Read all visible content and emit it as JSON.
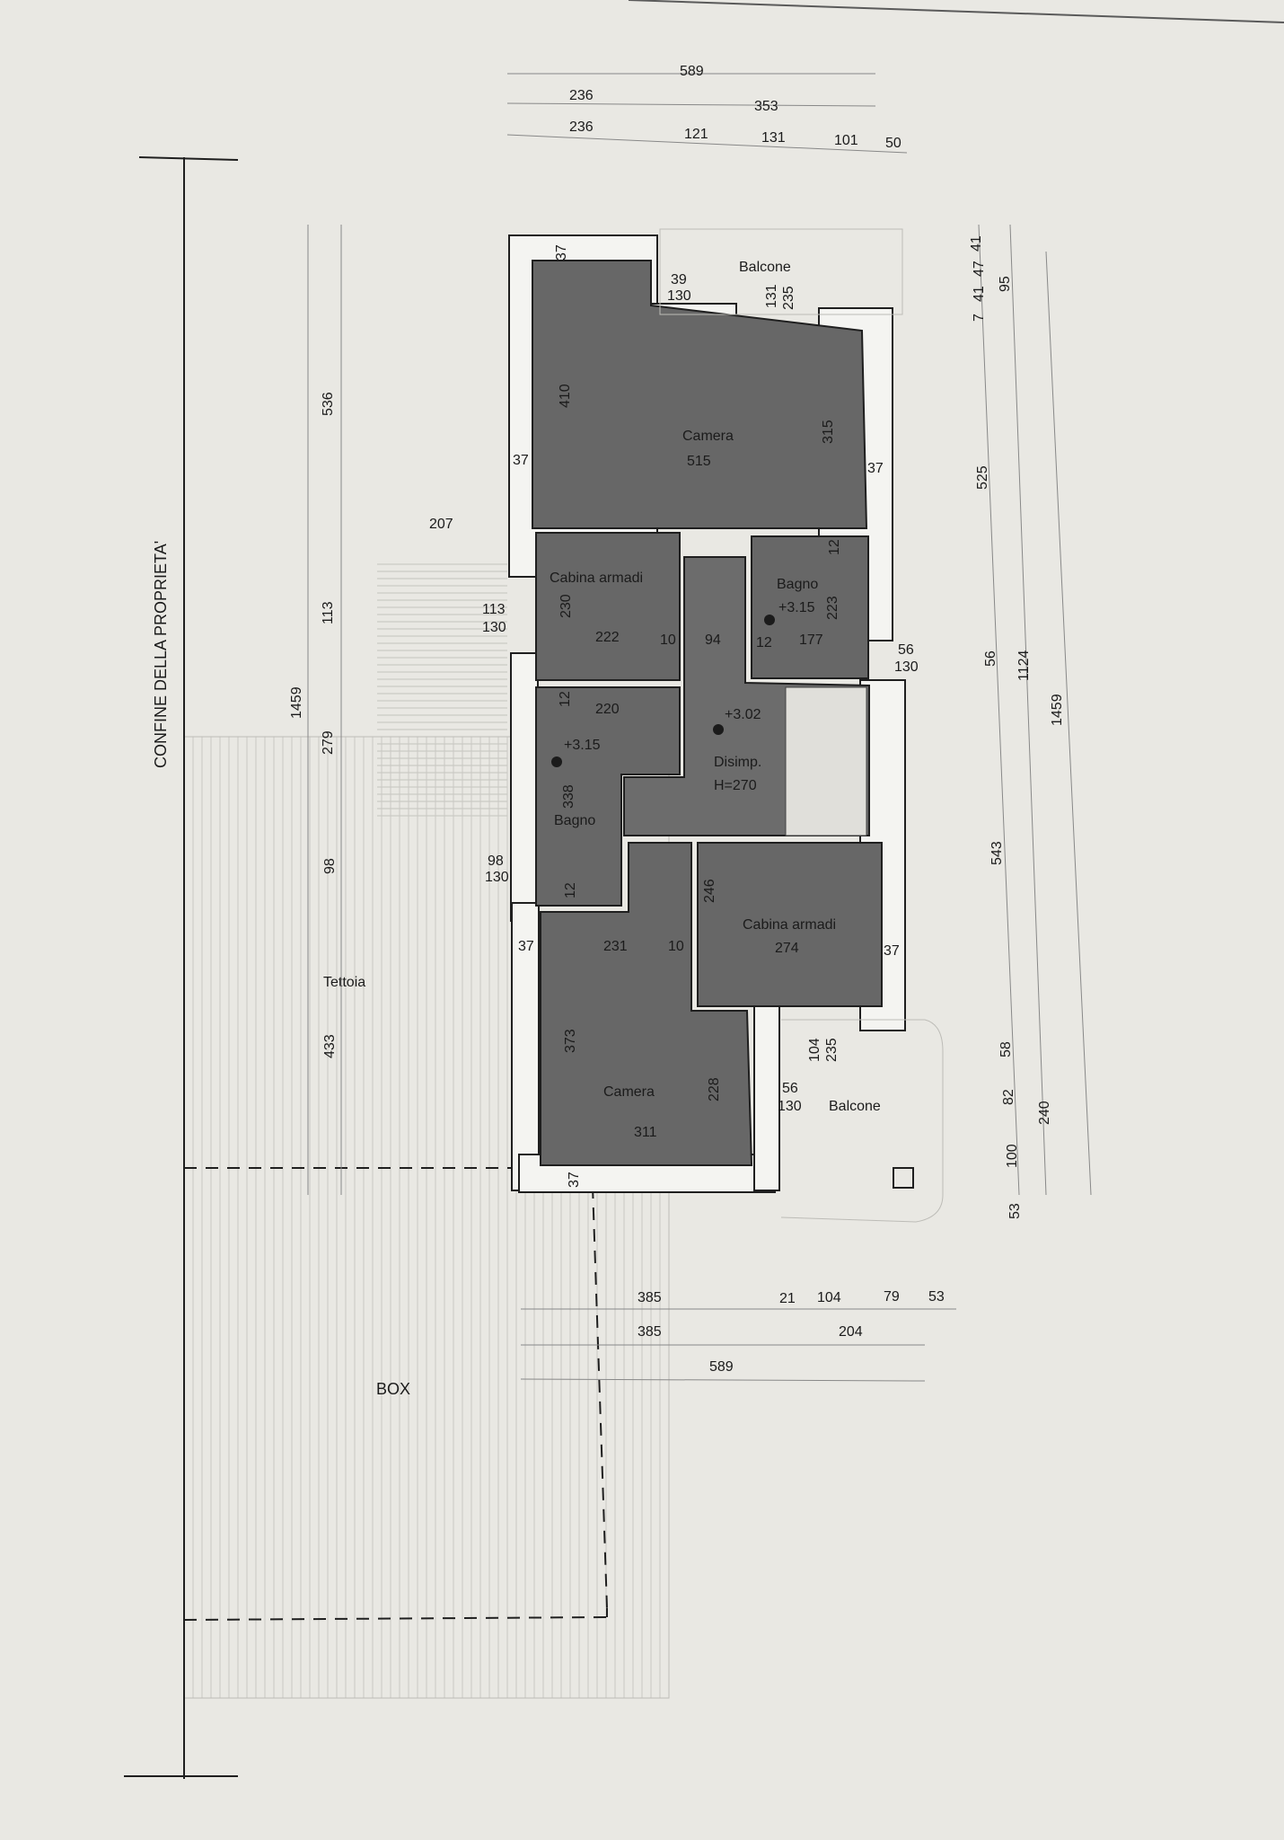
{
  "labels": {
    "property_boundary": "CONFINE DELLA PROPRIETA'",
    "balcony_top": "Balcone",
    "balcony_bottom": "Balcone",
    "canopy": "Tettoia",
    "garage": "BOX"
  },
  "rooms": [
    {
      "id": "camera-top",
      "name": "Camera",
      "area": "515"
    },
    {
      "id": "cabina-top",
      "name": "Cabina armadi",
      "area": "222"
    },
    {
      "id": "bagno-top",
      "name": "Bagno",
      "area": "177",
      "level": "+3.15"
    },
    {
      "id": "bagno-left",
      "name": "Bagno",
      "area": "220",
      "level": "+3.15"
    },
    {
      "id": "disimpegno",
      "name": "Disimp.",
      "height": "H=270",
      "level": "+3.02",
      "area": "94"
    },
    {
      "id": "cabina-bottom",
      "name": "Cabina armadi",
      "area": "274"
    },
    {
      "id": "camera-bottom",
      "name": "Camera",
      "area": "311"
    }
  ],
  "dimensions": {
    "top_total": "589",
    "top_left_a": "236",
    "top_left_b": "236",
    "top_right": "353",
    "top_seg_1": "121",
    "top_seg_2": "131",
    "top_seg_3": "101",
    "top_seg_4": "50",
    "wall": "37",
    "window_39": "39",
    "window_130": "130",
    "window_131": "131",
    "window_235": "235",
    "camera_top_410": "410",
    "camera_top_315": "315",
    "cabina_top_230": "230",
    "cabina_top_10": "10",
    "bagno_top_12": "12",
    "bagno_top_223": "223",
    "bagno_top_12b": "12",
    "bagno_left_12": "12",
    "bagno_left_338": "338",
    "bagno_left_12b": "12",
    "camera_bottom_231": "231",
    "camera_bottom_10": "10",
    "camera_bottom_373": "373",
    "camera_bottom_228": "228",
    "cabina_bottom_246": "246",
    "open_113": "113",
    "open_130a": "130",
    "open_98": "98",
    "open_130b": "130",
    "open_56a": "56",
    "open_130c": "130",
    "open_56b": "56",
    "open_130d": "130",
    "open_104": "104",
    "open_235b": "235",
    "left_207": "207",
    "left_536": "536",
    "left_113": "113",
    "left_1459": "1459",
    "left_279": "279",
    "left_98": "98",
    "left_433": "433",
    "right_7": "7",
    "right_41a": "41",
    "right_47": "47",
    "right_41b": "41",
    "right_95": "95",
    "right_525": "525",
    "right_56": "56",
    "right_1124": "1124",
    "right_1459": "1459",
    "right_543": "543",
    "right_58": "58",
    "right_82": "82",
    "right_240": "240",
    "right_100": "100",
    "right_53": "53",
    "bottom_385a": "385",
    "bottom_21": "21",
    "bottom_104": "104",
    "bottom_79": "79",
    "bottom_53": "53",
    "bottom_385b": "385",
    "bottom_204": "204",
    "bottom_589": "589"
  },
  "colors": {
    "paper": "#e9e8e3",
    "room_fill": "#676767",
    "wall_fill": "#f4f4f1",
    "line": "#1f1f1f",
    "hatch": "#b9b8b3"
  }
}
